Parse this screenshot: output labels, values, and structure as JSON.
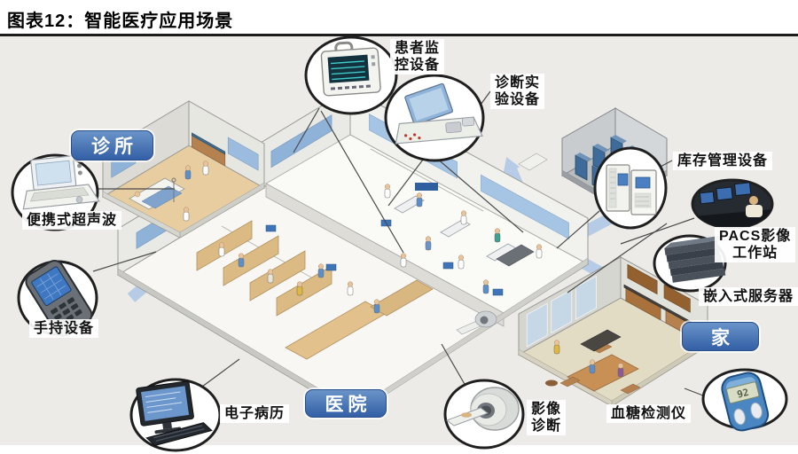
{
  "header": {
    "title": "图表12：智能医疗应用场景"
  },
  "zones": {
    "clinic": {
      "label": "诊所"
    },
    "hospital": {
      "label": "医院"
    },
    "home": {
      "label": "家"
    }
  },
  "callouts": {
    "patient_monitor": {
      "line1": "患者监",
      "line2": "控设备"
    },
    "diagnostic_lab": {
      "line1": "诊断实",
      "line2": "验设备"
    },
    "inventory": {
      "label": "库存管理设备"
    },
    "pacs": {
      "line1": "PACS影像",
      "line2": "工作站"
    },
    "embedded_server": {
      "label": "嵌入式服务器"
    },
    "glucose_meter": {
      "label": "血糖检测仪",
      "reading": "92"
    },
    "imaging_diagnosis": {
      "line1": "影像",
      "line2": "诊断"
    },
    "emr": {
      "label": "电子病历"
    },
    "handheld": {
      "label": "手持设备"
    },
    "portable_ultrasound": {
      "label": "便携式超声波"
    }
  },
  "icons": {
    "patient_monitor": "patient-monitor-icon",
    "diagnostic_lab": "lab-analyzer-icon",
    "inventory": "inventory-cabinets-icon",
    "pacs": "pacs-workstation-icon",
    "embedded_server": "embedded-server-icon",
    "glucose_meter": "glucose-meter-icon",
    "imaging_diagnosis": "mri-scanner-icon",
    "emr": "desktop-computer-icon",
    "handheld": "handheld-device-icon",
    "portable_ultrasound": "portable-ultrasound-icon"
  },
  "colors": {
    "zone_label": "#3f6db5",
    "ribbon": "#b6cbe5",
    "screen_blue": "#4a7fc1",
    "background": "#ecebe8"
  }
}
